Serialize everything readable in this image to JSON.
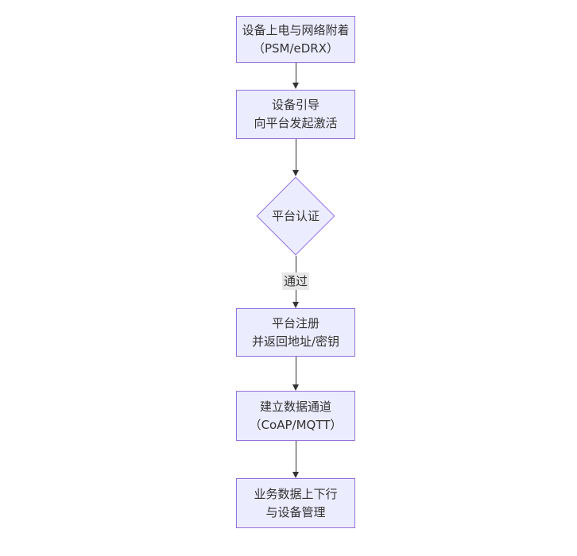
{
  "diagram": {
    "type": "flowchart",
    "direction": "top-down",
    "colors": {
      "background": "#ffffff",
      "node_fill": "#ECECFF",
      "node_border": "#9370DB",
      "text": "#333333",
      "arrow": "#333333",
      "edge_label_bg": "#e8e8e8"
    },
    "nodes": [
      {
        "id": "A",
        "shape": "rect",
        "lines": [
          "设备上电与网络附着",
          "（PSM/eDRX）"
        ]
      },
      {
        "id": "B",
        "shape": "rect",
        "lines": [
          "设备引导",
          "向平台发起激活"
        ]
      },
      {
        "id": "C",
        "shape": "diamond",
        "lines": [
          "平台认证"
        ]
      },
      {
        "id": "D",
        "shape": "rect",
        "lines": [
          "平台注册",
          "并返回地址/密钥"
        ]
      },
      {
        "id": "E",
        "shape": "rect",
        "lines": [
          "建立数据通道",
          "（CoAP/MQTT）"
        ]
      },
      {
        "id": "F",
        "shape": "rect",
        "lines": [
          "业务数据上下行",
          "与设备管理"
        ]
      }
    ],
    "edges": [
      {
        "from": "A",
        "to": "B",
        "label": ""
      },
      {
        "from": "B",
        "to": "C",
        "label": ""
      },
      {
        "from": "C",
        "to": "D",
        "label": "通过"
      },
      {
        "from": "D",
        "to": "E",
        "label": ""
      },
      {
        "from": "E",
        "to": "F",
        "label": ""
      }
    ]
  }
}
